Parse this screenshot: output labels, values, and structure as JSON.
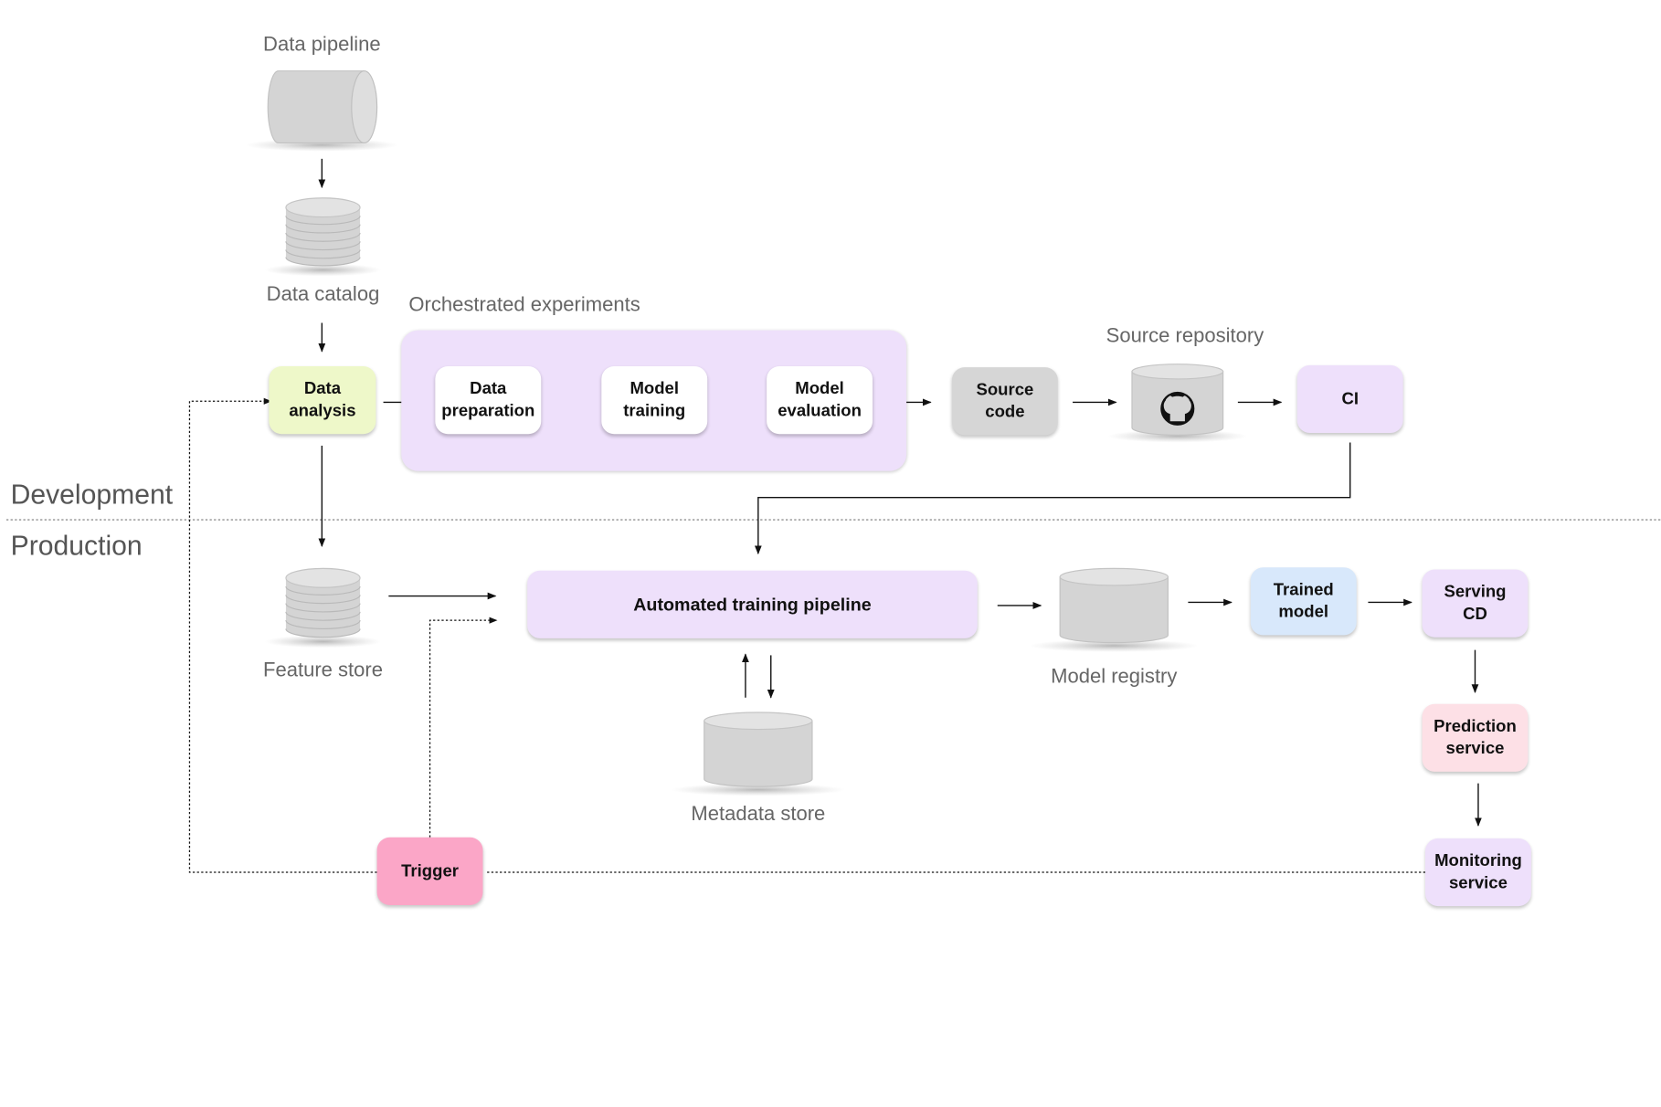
{
  "sections": {
    "development": "Development",
    "production": "Production"
  },
  "labels": {
    "data_pipeline": "Data pipeline",
    "data_catalog": "Data catalog",
    "orchestrated_experiments": "Orchestrated experiments",
    "source_repository": "Source repository",
    "feature_store": "Feature store",
    "model_registry": "Model registry",
    "metadata_store": "Metadata store"
  },
  "nodes": {
    "data_analysis": "Data\nanalysis",
    "data_preparation": "Data\npreparation",
    "model_training": "Model\ntraining",
    "model_evaluation": "Model\nevaluation",
    "source_code": "Source\ncode",
    "ci": "CI",
    "automated_training_pipeline": "Automated training pipeline",
    "trained_model": "Trained\nmodel",
    "serving_cd": "Serving\nCD",
    "prediction_service": "Prediction\nservice",
    "monitoring_service": "Monitoring\nservice",
    "trigger": "Trigger"
  },
  "icons": {
    "data_pipeline": "pipe-cylinder-icon",
    "data_catalog": "stacked-disks-icon",
    "source_repository": "github-icon",
    "feature_store": "stacked-disks-icon",
    "model_registry": "database-icon",
    "metadata_store": "database-icon"
  },
  "colors": {
    "data_analysis": "#eef8c9",
    "purple": "#eee0fb",
    "white": "#ffffff",
    "source_code": "#d6d6d6",
    "trained_model": "#d8e8fb",
    "prediction_service": "#fde0e6",
    "trigger": "#fba6c7"
  }
}
